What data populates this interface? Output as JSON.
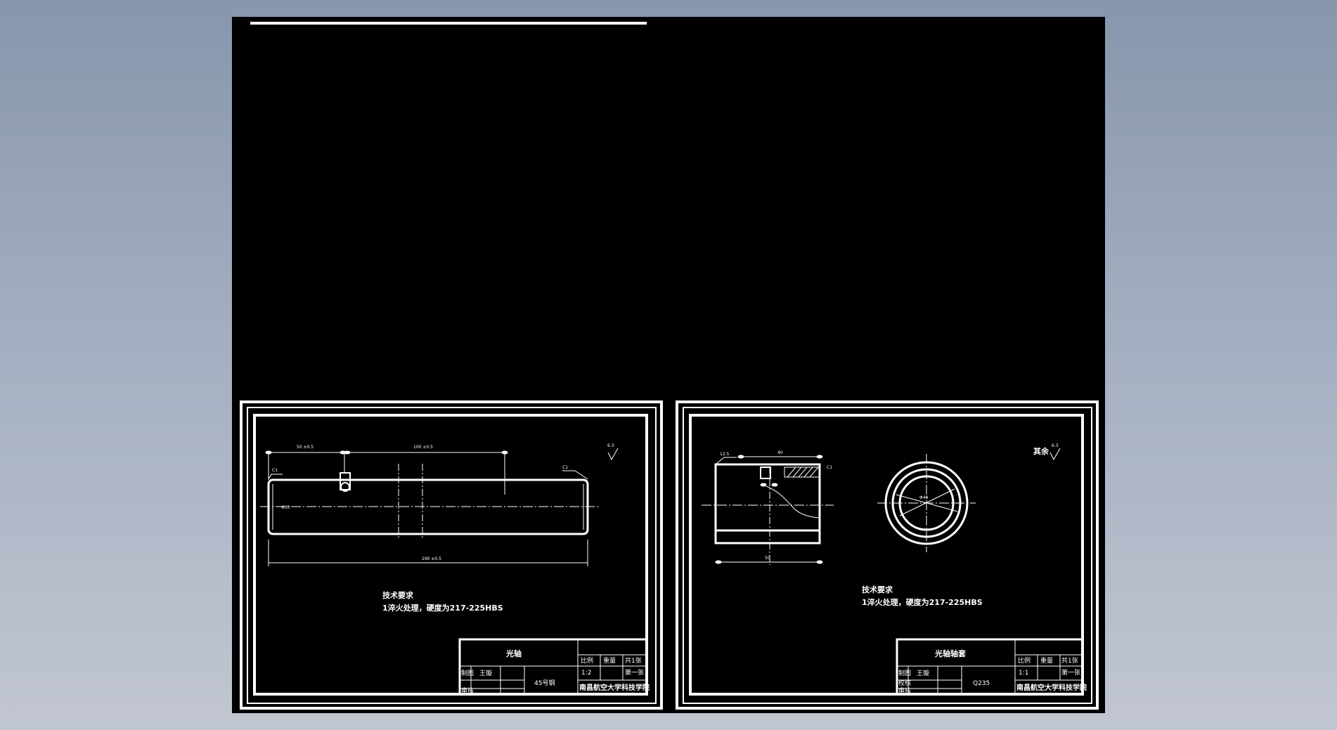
{
  "colors": {
    "background_top": "#8796ad",
    "background_bottom": "#c1c6d1",
    "canvas": "#000000",
    "lines": "#ffffff"
  },
  "sheet_left": {
    "part_name": "光轴",
    "material": "45号钢",
    "ratio_header": "比例",
    "ratio_value": "1:2",
    "weight_header": "重量",
    "sheet_count": "共1张",
    "sheet_number": "第一张",
    "drafter_role": "制图",
    "drafter_name": "王璇",
    "check_role": "审核",
    "school": "南昌航空大学科技学院",
    "requirements_title": "技术要求",
    "requirements_text": "1淬火处理，硬度为217-225HBS",
    "diameter_label": "Φ30",
    "length_label": "290 ±0.5",
    "dim_top_left": "50 ±0.5",
    "dim_top_right": "100 ±0.5",
    "surface_symbol_label": "6.3",
    "chamfer_label": "C1"
  },
  "sheet_right": {
    "part_name": "光轴轴套",
    "material": "Q235",
    "ratio_header": "比例",
    "ratio_value": "1:1",
    "weight_header": "重量",
    "sheet_count": "共1张",
    "sheet_number": "第一张",
    "drafter_role": "制图",
    "drafter_name": "王璇",
    "check_role": "校核",
    "audit_role": "审核",
    "school": "南昌航空大学科技学院",
    "requirements_title": "技术要求",
    "requirements_text": "1淬火处理，硬度为217-225HBS",
    "other_label": "其余",
    "surface_symbol_label": "6.3",
    "dim_top": "40",
    "dim_bottom": "50",
    "dim_corner": "12.5",
    "dim_right": "C1",
    "dim_diameter": "Φ40"
  }
}
